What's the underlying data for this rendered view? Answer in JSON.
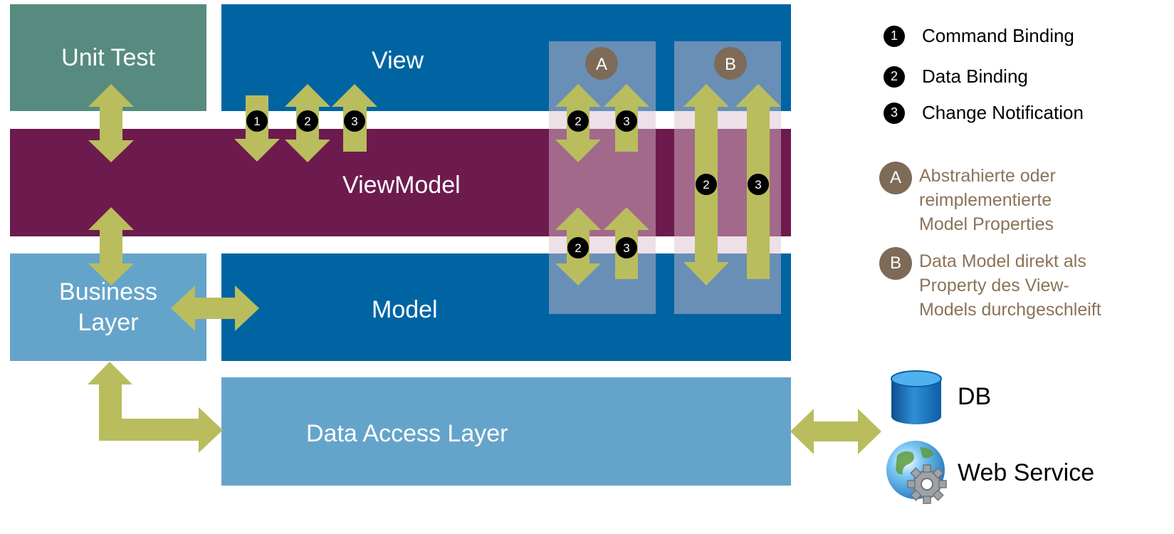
{
  "layers": {
    "unit_test": "Unit Test",
    "view": "View",
    "viewmodel": "ViewModel",
    "model": "Model",
    "business_layer_line1": "Business",
    "business_layer_line2": "Layer",
    "data_access_layer": "Data Access Layer"
  },
  "overlay_markers": {
    "a": "A",
    "b": "B"
  },
  "binding_numbers": {
    "command": "1",
    "data": "2",
    "change": "3"
  },
  "legend": {
    "items": [
      {
        "number": "1",
        "label": "Command Binding"
      },
      {
        "number": "2",
        "label": "Data Binding"
      },
      {
        "number": "3",
        "label": "Change Notification"
      }
    ],
    "variants": [
      {
        "letter": "A",
        "lines": [
          "Abstrahierte oder",
          "reimplementierte",
          "Model Properties"
        ]
      },
      {
        "letter": "B",
        "lines": [
          "Data Model direkt als",
          "Property des View-",
          "Models durchgeschleift"
        ]
      }
    ]
  },
  "external": {
    "db": "DB",
    "web_service": "Web Service"
  },
  "colors": {
    "unit_test_bg": "#578b80",
    "view_model_bg": "#0064a3",
    "viewmodel_bg": "#6d1b4e",
    "business_dal_bg": "#65a4ca",
    "arrow": "#b9bd5d",
    "marker_brown": "#7d6b58",
    "legend_desc_text": "#8b7358",
    "overlay": "rgba(220,190,205,0.48)"
  },
  "icons": {
    "db": "database-cylinder-icon",
    "web_service": "globe-gear-icon"
  }
}
